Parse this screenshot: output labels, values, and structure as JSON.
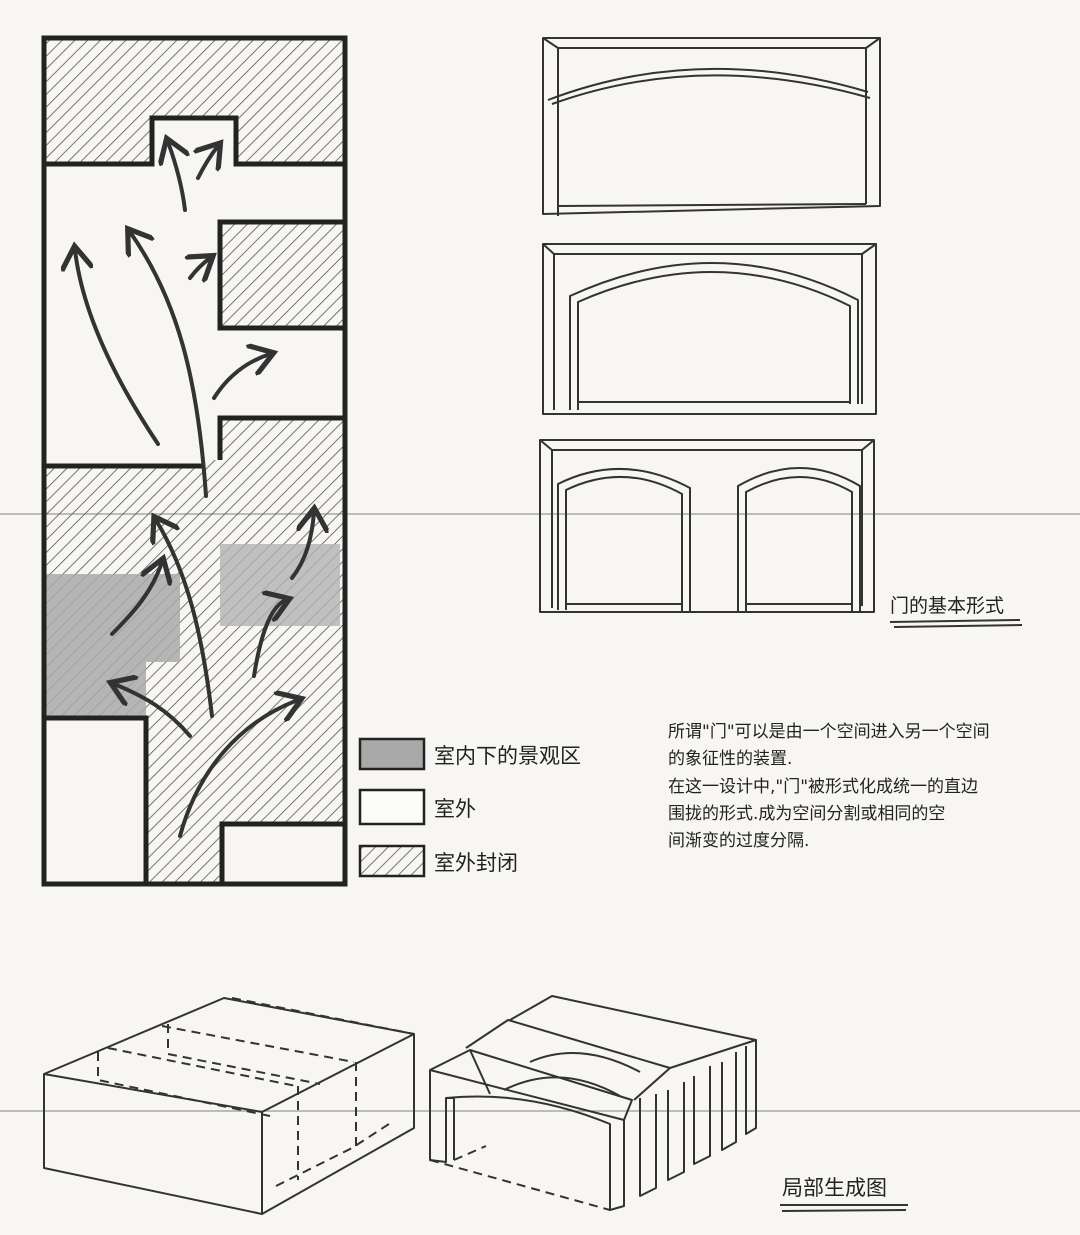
{
  "legend": {
    "items": [
      {
        "label": "室内下的景观区",
        "swatch": "gray"
      },
      {
        "label": "室外",
        "swatch": "white"
      },
      {
        "label": "室外封闭",
        "swatch": "hatch"
      }
    ]
  },
  "door_section": {
    "caption": "门的基本形式"
  },
  "description": {
    "lines": [
      "所谓\"门\"可以是由一个空间进入另一个空间",
      "的象征性的装置.",
      "在这一设计中,\"门\"被形式化成统一的直边",
      "围拢的形式.成为空间分割或相同的空",
      "间渐变的过度分隔."
    ]
  },
  "generation": {
    "caption": "局部生成图"
  },
  "colors": {
    "ink": "#2a2a2a",
    "paper": "#f7f6f3",
    "landscape_gray": "#a9a9a9",
    "hatch": "#555555"
  }
}
